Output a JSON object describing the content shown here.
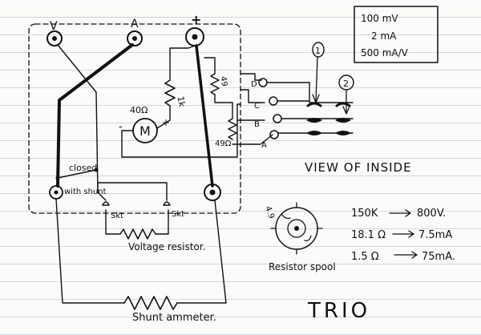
{
  "terminals": {
    "v": "V",
    "a": "A",
    "plus": "+"
  },
  "meter_box": {
    "lines": [
      "100 mV",
      "2 mA",
      "500 mA/V"
    ]
  },
  "motor": {
    "label": "M",
    "rating": "40Ω",
    "minus": "-",
    "plus": "+"
  },
  "resistors": {
    "r1": "1k",
    "r2": "49",
    "r3": "49Ω"
  },
  "switch_contacts": [
    "D",
    "C",
    "B",
    "A"
  ],
  "callouts": [
    "1",
    "2"
  ],
  "view_label": "VIEW OF INSIDE",
  "closed_label": "closed",
  "with_shunt_label": "with shunt",
  "skt_labels": [
    "Skt",
    "Skt"
  ],
  "voltage_resistor_label": "Voltage resistor.",
  "shunt_label": "Shunt ammeter.",
  "resistor_spool": {
    "label": "Resistor spool",
    "value": "4.9"
  },
  "specs": [
    {
      "value": "150K",
      "result": "800V."
    },
    {
      "value": "18.1 Ω",
      "result": "7.5mA"
    },
    {
      "value": "1.5 Ω",
      "result": "75mA."
    }
  ],
  "brand": "TRIO"
}
